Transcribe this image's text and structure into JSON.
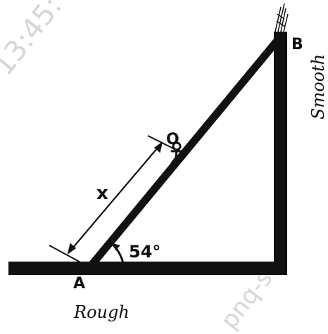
{
  "watermarks": {
    "top_left": "13:45:",
    "bottom_right": "pnq-st"
  },
  "labels": {
    "point_a": "A",
    "point_b": "B",
    "point_o": "O",
    "distance": "x",
    "angle": "54°",
    "floor_surface": "Rough",
    "wall_surface": "Smooth"
  },
  "colors": {
    "ink": "#111111",
    "watermark": "#d6d6d6"
  }
}
